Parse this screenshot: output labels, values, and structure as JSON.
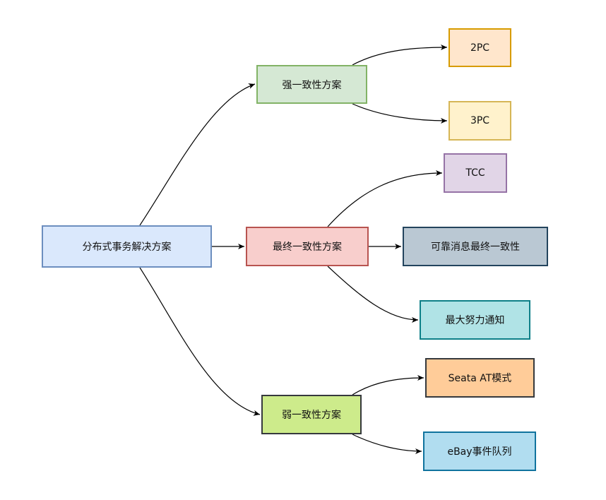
{
  "nodes": {
    "root": {
      "label": "分布式事务解决方案",
      "fill": "#dae8fc",
      "stroke": "#6c8ebf"
    },
    "strong": {
      "label": "强一致性方案",
      "fill": "#d5e8d4",
      "stroke": "#82b366"
    },
    "eventual": {
      "label": "最终一致性方案",
      "fill": "#f8cecc",
      "stroke": "#b85450"
    },
    "weak": {
      "label": "弱一致性方案",
      "fill": "#cdeb8b",
      "stroke": "#36393d"
    },
    "twopc": {
      "label": "2PC",
      "fill": "#ffe6cc",
      "stroke": "#d79b00"
    },
    "threepc": {
      "label": "3PC",
      "fill": "#fff2cc",
      "stroke": "#d6b656"
    },
    "tcc": {
      "label": "TCC",
      "fill": "#e1d5e7",
      "stroke": "#9673a6"
    },
    "reliable": {
      "label": "可靠消息最终一致性",
      "fill": "#bac8d3",
      "stroke": "#23445d"
    },
    "besteffort": {
      "label": "最大努力通知",
      "fill": "#b0e3e6",
      "stroke": "#0e8088"
    },
    "seata": {
      "label": "Seata AT模式",
      "fill": "#ffcc99",
      "stroke": "#36393d"
    },
    "ebay": {
      "label": "eBay事件队列",
      "fill": "#b1ddf0",
      "stroke": "#10739e"
    }
  },
  "edges": [
    {
      "from": "root",
      "to": "strong"
    },
    {
      "from": "root",
      "to": "eventual"
    },
    {
      "from": "root",
      "to": "weak"
    },
    {
      "from": "strong",
      "to": "twopc"
    },
    {
      "from": "strong",
      "to": "threepc"
    },
    {
      "from": "eventual",
      "to": "tcc"
    },
    {
      "from": "eventual",
      "to": "reliable"
    },
    {
      "from": "eventual",
      "to": "besteffort"
    },
    {
      "from": "weak",
      "to": "seata"
    },
    {
      "from": "weak",
      "to": "ebay"
    }
  ]
}
